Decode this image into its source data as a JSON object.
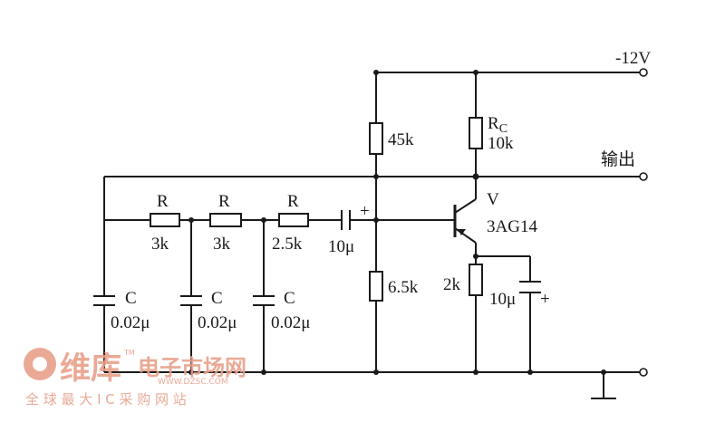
{
  "supply": {
    "label": "-12V"
  },
  "output": {
    "label": "输出"
  },
  "resistors": {
    "r_45k": "45k",
    "rc_main": "R",
    "rc_sub": "C",
    "rc_value": "10k",
    "r_6_5k": "6.5k",
    "r_2k": "2k",
    "ladder": [
      {
        "name": "R",
        "value": "3k"
      },
      {
        "name": "R",
        "value": "3k"
      },
      {
        "name": "R",
        "value": "2.5k"
      }
    ]
  },
  "capacitors": {
    "coupling": {
      "value": "10μ",
      "polarity": "+"
    },
    "emitter": {
      "value": "10μ",
      "polarity": "+"
    },
    "ladder": [
      {
        "name": "C",
        "value": "0.02μ"
      },
      {
        "name": "C",
        "value": "0.02μ"
      },
      {
        "name": "C",
        "value": "0.02μ"
      }
    ]
  },
  "transistor": {
    "name": "V",
    "model": "3AG14"
  },
  "watermark": {
    "brand": "维库",
    "trademark": "TM",
    "title": "电子市场网",
    "url": "WWW.DZSC.COM",
    "slogan": "全 球 最 大 I C 采 购 网 站",
    "color": "#e8a08a"
  }
}
